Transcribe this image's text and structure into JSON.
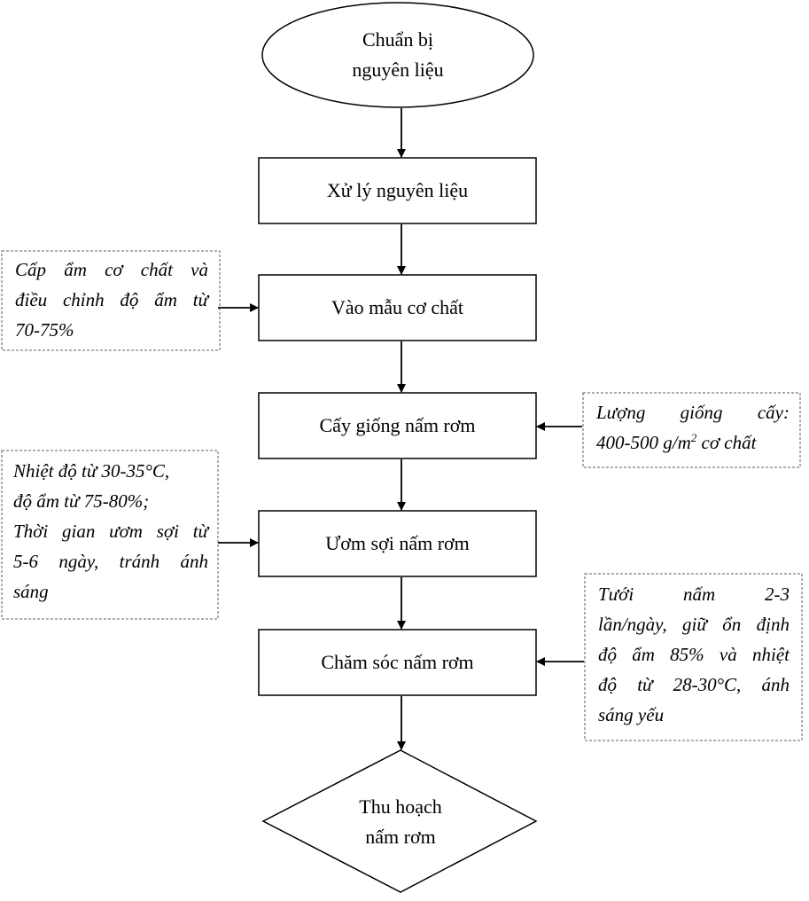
{
  "flow": {
    "start": {
      "line1": "Chuẩn bị",
      "line2": "nguyên liệu"
    },
    "step1": {
      "label": "Xử lý nguyên liệu"
    },
    "step2": {
      "label": "Vào mẫu cơ chất"
    },
    "step3": {
      "label": "Cấy giống nấm rơm"
    },
    "step4": {
      "label": "Ươm sợi nấm rơm"
    },
    "step5": {
      "label": "Chăm sóc nấm rơm"
    },
    "end": {
      "line1": "Thu hoạch",
      "line2": "nấm rơm"
    }
  },
  "notes": {
    "moisture": {
      "line1": "Cấp ẩm cơ chất và",
      "line2": "điều chỉnh độ ẩm từ",
      "line3": "70-75%"
    },
    "seeding": {
      "line1": "Lượng giống cấy:",
      "line2_pre": "400-500 g/m",
      "line2_sup": "2",
      "line2_post": " cơ chất"
    },
    "incubation": {
      "line1": "Nhiệt độ từ 30-35°C,",
      "line2": "độ ẩm từ 75-80%;",
      "line3": "Thời gian ươm sợi từ",
      "line4": "5-6 ngày, tránh ánh",
      "line5": "sáng"
    },
    "care": {
      "line1": "Tưới nấm 2-3",
      "line2": "lần/ngày, giữ ổn định",
      "line3": "độ ẩm 85% và nhiệt",
      "line4": "độ từ 28-30°C, ánh",
      "line5": "sáng yếu"
    }
  },
  "colors": {
    "stroke": "#000000",
    "note_border": "#7f7f7f",
    "background": "#ffffff"
  }
}
